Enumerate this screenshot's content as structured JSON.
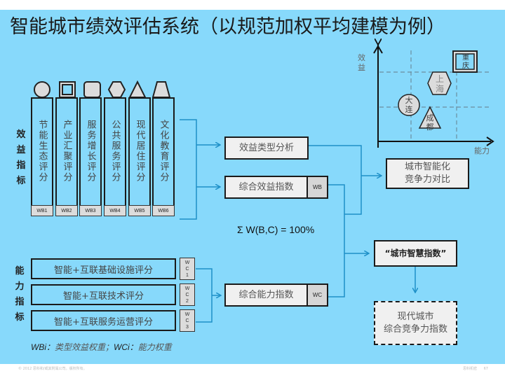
{
  "title": "智能城市绩效评估系统（以规范加权平均建模为例）",
  "benefit_section": {
    "side_label": [
      "效",
      "益",
      "指",
      "标"
    ],
    "shapes": [
      "circle-icon",
      "double-square-icon",
      "rounded-square-icon",
      "hexagon-icon",
      "triangle-icon",
      "trapezoid-icon"
    ],
    "columns": [
      {
        "label": "节能生态评分",
        "weight": "WB1"
      },
      {
        "label": "产业汇聚评分",
        "weight": "WB2"
      },
      {
        "label": "服务增长评分",
        "weight": "WB3"
      },
      {
        "label": "公共服务评分",
        "weight": "WB4"
      },
      {
        "label": "现代居住评分",
        "weight": "WB5"
      },
      {
        "label": "文化教育评分",
        "weight": "WB6"
      }
    ]
  },
  "ability_section": {
    "side_label": [
      "能",
      "力",
      "指",
      "标"
    ],
    "rows": [
      {
        "label": "智能+互联基础设施评分",
        "weight": [
          "W",
          "C",
          "1"
        ]
      },
      {
        "label": "智能+互联技术评分",
        "weight": [
          "W",
          "C",
          "2"
        ]
      },
      {
        "label": "智能+互联服务运营评分",
        "weight": [
          "W",
          "C",
          "3"
        ]
      }
    ]
  },
  "process": {
    "benefit_type_analysis": "效益类型分析",
    "composite_benefit_index": "综合效益指数",
    "composite_benefit_tag": "WB",
    "composite_ability_index": "综合能力指数",
    "composite_ability_tag": "WC",
    "city_comparison_line1": "城市智能化",
    "city_comparison_line2": "竞争力对比",
    "smart_index": "“城市智慧指数”",
    "modern_index_line1": "现代城市",
    "modern_index_line2": "综合竞争力指数",
    "sum_formula": "Σ W(B,C) = 100%"
  },
  "quadrant_chart": {
    "y_axis_label_1": "效",
    "y_axis_label_2": "益",
    "x_axis_label": "能力",
    "cities": [
      {
        "name_1": "重",
        "name_2": "庆",
        "shape": "double-square"
      },
      {
        "name_1": "上",
        "name_2": "海",
        "shape": "hexagon"
      },
      {
        "name_1": "大",
        "name_2": "连",
        "shape": "circle"
      },
      {
        "name_1": "成",
        "name_2": "都",
        "shape": "triangle"
      }
    ]
  },
  "legend": {
    "wbi_key": "WBi：",
    "wbi_value": "类型效益权重；",
    "wci_key": "WCi：",
    "wci_value": "能力权重"
  },
  "footer": {
    "copyright": "© 2012 思科和/或其附属公司。版权所有。",
    "confidential": "思科机密",
    "page": "67"
  },
  "colors": {
    "background": "#87d9fb",
    "connector": "#1e90c8",
    "box_fill": "#f0f0f0",
    "tag_fill": "#d6d6d6"
  }
}
